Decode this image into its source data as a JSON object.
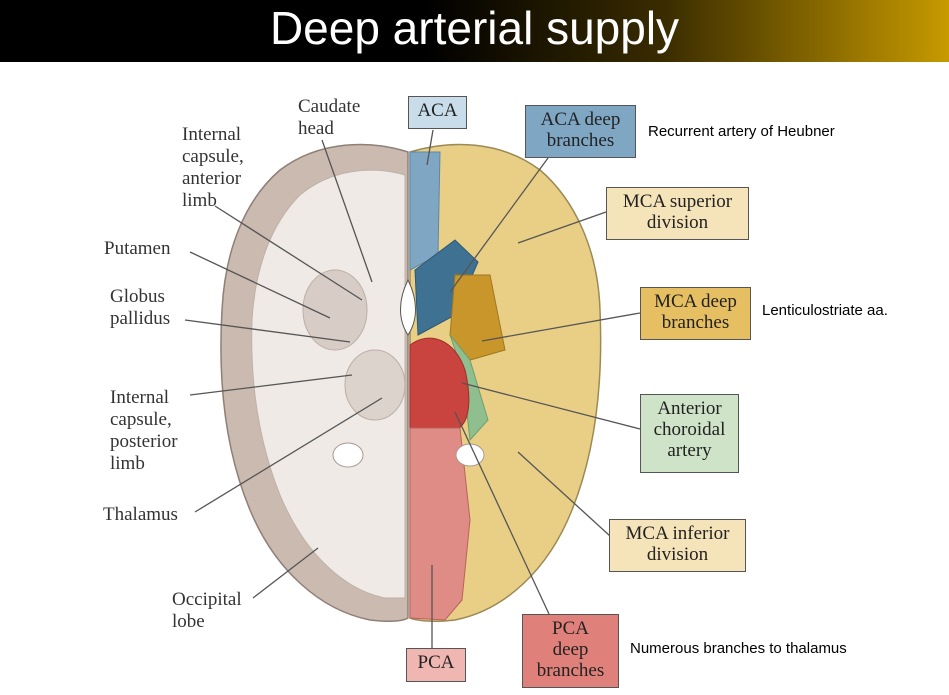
{
  "slide": {
    "title": "Deep arterial supply"
  },
  "labels": {
    "caudate_head": "Caudate\nhead",
    "internal_capsule_anterior": "Internal\ncapsule,\nanterior\nlimb",
    "putamen": "Putamen",
    "globus_pallidus": "Globus\npallidus",
    "internal_capsule_posterior": "Internal\ncapsule,\nposterior\nlimb",
    "thalamus": "Thalamus",
    "occipital_lobe": "Occipital\nlobe"
  },
  "boxes": {
    "aca": "ACA",
    "aca_deep": "ACA deep\nbranches",
    "mca_superior": "MCA superior\ndivision",
    "mca_deep": "MCA deep\nbranches",
    "anterior_choroidal": "Anterior\nchoroidal\nartery",
    "mca_inferior": "MCA inferior\ndivision",
    "pca": "PCA",
    "pca_deep": "PCA\ndeep\nbranches"
  },
  "notes": {
    "heubner": "Recurrent artery of Heubner",
    "lenticulostriate": "Lenticulostriate aa.",
    "thalamus_branches": "Numerous branches to thalamus"
  },
  "colors": {
    "aca": "#7fa7c4",
    "aca_deep": "#3f7193",
    "mca": "#e9cf86",
    "mca_deep": "#c9962b",
    "anterior_choroidal": "#8fbf8f",
    "pca": "#df8c86",
    "pca_deep": "#c9433f",
    "brain_left": "#e7e0dc",
    "gray_matter": "#cbbab0"
  }
}
